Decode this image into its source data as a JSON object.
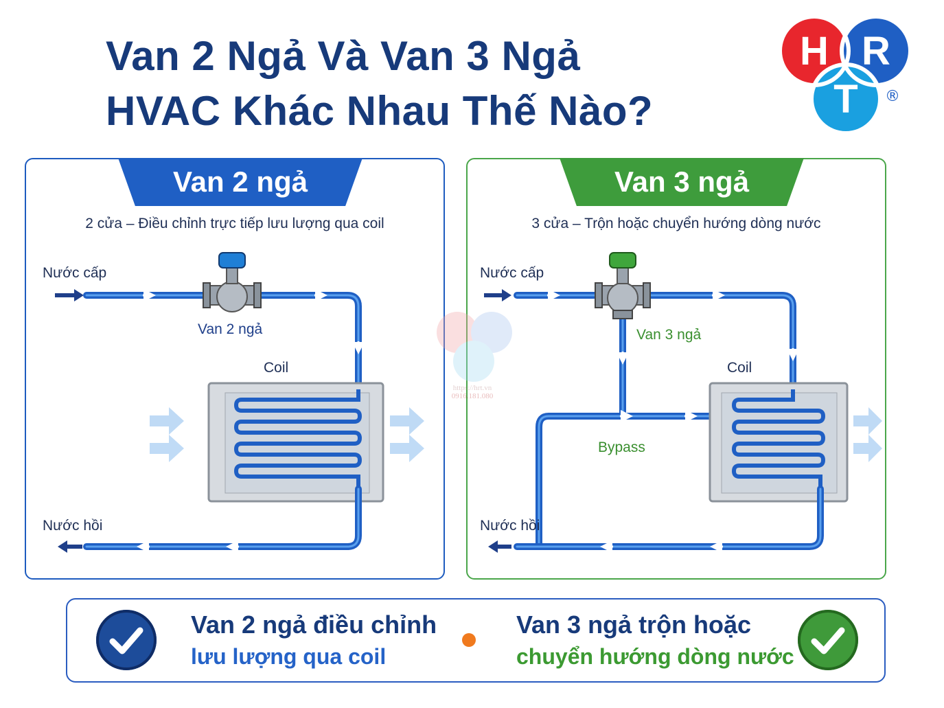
{
  "title": {
    "line1": "Van 2 Ngả Và Van 3 Ngả",
    "line2": "HVAC Khác Nhau Thế Nào?"
  },
  "logo": {
    "letters": [
      "H",
      "R",
      "T"
    ],
    "registered": "®",
    "colors": {
      "h": "#e8262d",
      "r": "#1f5fc4",
      "t": "#1aa0e0"
    }
  },
  "panel_left": {
    "tab": "Van 2 ngả",
    "subtitle": "2 cửa – Điều chỉnh trực tiếp lưu lượng qua coil",
    "supply_label": "Nước cấp",
    "valve_label": "Van 2 ngả",
    "coil_label": "Coil",
    "return_label": "Nước hồi",
    "accent": "#1f5fc4",
    "valve_cap_color": "#1f7fd6"
  },
  "panel_right": {
    "tab": "Van 3 ngả",
    "subtitle": "3 cửa – Trộn hoặc chuyển hướng dòng nước",
    "supply_label": "Nước cấp",
    "valve_label": "Van 3 ngả",
    "coil_label": "Coil",
    "bypass_label": "Bypass",
    "return_label": "Nước hồi",
    "accent": "#3e9c3c",
    "valve_cap_color": "#3fa63c"
  },
  "summary": {
    "left_line1": "Van 2 ngả điều chỉnh",
    "left_line2": "lưu lượng qua coil",
    "right_line1": "Van 3 ngả trộn hoặc",
    "right_line2": "chuyển hướng dòng nước",
    "left_icon": "check-icon",
    "right_icon": "check-icon",
    "separator_color": "#f07a1e"
  },
  "watermark": {
    "url": "https://hrt.vn",
    "phone": "0916.181.080"
  }
}
